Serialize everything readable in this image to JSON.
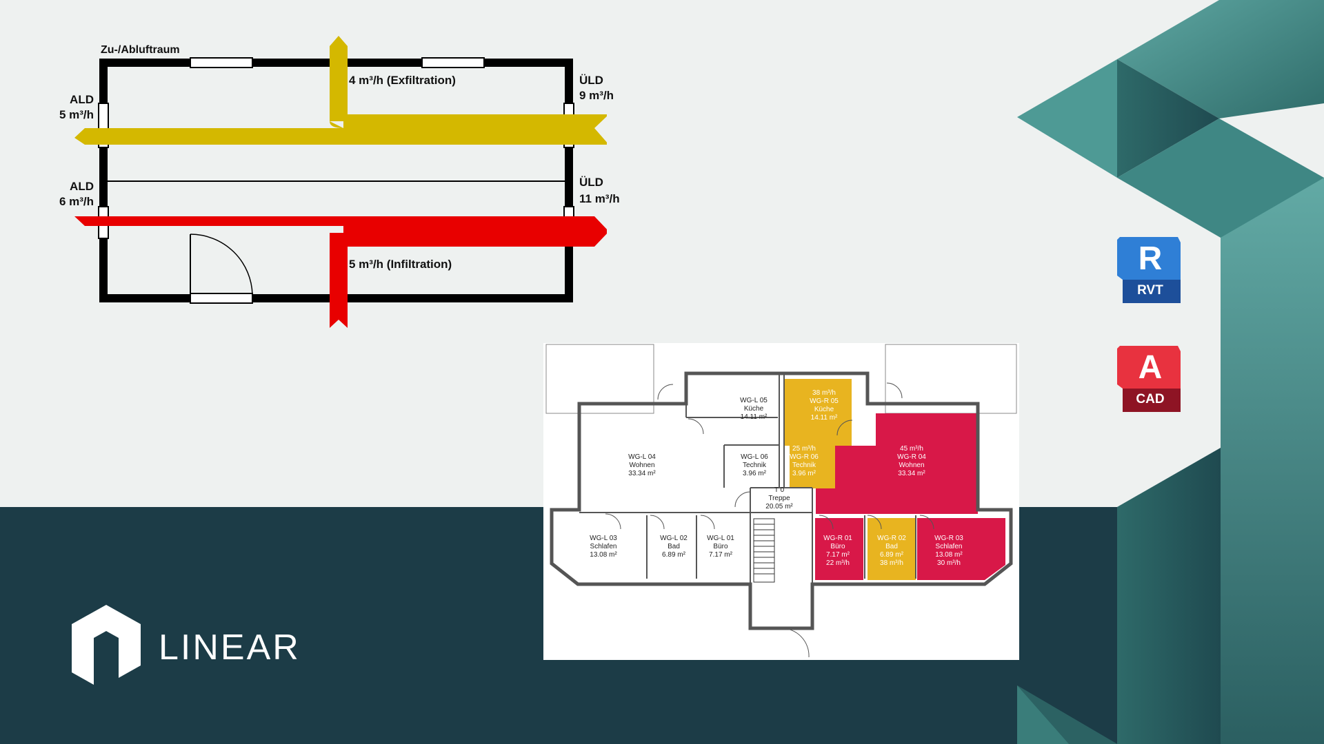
{
  "colors": {
    "bg_light": "#eef1f0",
    "bg_dark": "#1c3c47",
    "teal": "#3f8c88",
    "supply": "#d4b800",
    "exhaust": "#e80000",
    "room_yellow": "#e8b420",
    "room_red": "#d81848"
  },
  "scheme": {
    "title": "Zu-/Abluftraum",
    "ald_top_name": "ALD",
    "ald_top_value": "5 m³/h",
    "ald_bottom_name": "ALD",
    "ald_bottom_value": "6 m³/h",
    "uld_top_name": "ÜLD",
    "uld_top_value": "9 m³/h",
    "uld_bottom_name": "ÜLD",
    "uld_bottom_value": "11 m³/h",
    "exfiltration": "4 m³/h (Exfiltration)",
    "infiltration": "5 m³/h (Infiltration)"
  },
  "plan": {
    "rooms": [
      {
        "id": "WG-L 05",
        "name": "Küche",
        "area": "14.11 m²",
        "flow": ""
      },
      {
        "id": "WG-R 05",
        "name": "Küche",
        "area": "14.11 m²",
        "flow": "38 m³/h"
      },
      {
        "id": "WG-L 04",
        "name": "Wohnen",
        "area": "33.34 m²",
        "flow": ""
      },
      {
        "id": "WG-L 06",
        "name": "Technik",
        "area": "3.96 m²",
        "flow": ""
      },
      {
        "id": "WG-R 06",
        "name": "Technik",
        "area": "3.96 m²",
        "flow": "25 m³/h"
      },
      {
        "id": "WG-R 04",
        "name": "Wohnen",
        "area": "33.34 m²",
        "flow": "45 m³/h"
      },
      {
        "id": "T 0",
        "name": "Treppe",
        "area": "20.05 m²",
        "flow": ""
      },
      {
        "id": "WG-L 03",
        "name": "Schlafen",
        "area": "13.08 m²",
        "flow": ""
      },
      {
        "id": "WG-L 02",
        "name": "Bad",
        "area": "6.89 m²",
        "flow": ""
      },
      {
        "id": "WG-L 01",
        "name": "Büro",
        "area": "7.17 m²",
        "flow": ""
      },
      {
        "id": "WG-R 01",
        "name": "Büro",
        "area": "7.17 m²",
        "flow": "22 m³/h"
      },
      {
        "id": "WG-R 02",
        "name": "Bad",
        "area": "6.89 m²",
        "flow": "38 m³/h"
      },
      {
        "id": "WG-R 03",
        "name": "Schlafen",
        "area": "13.08 m²",
        "flow": "30 m³/h"
      }
    ]
  },
  "badges": {
    "revit": {
      "letter": "R",
      "label": "RVT",
      "color_top": "#2f7fd6",
      "color_bottom": "#1d4f9a"
    },
    "autocad": {
      "letter": "A",
      "label": "CAD",
      "color_top": "#e8323f",
      "color_bottom": "#8e1424"
    }
  },
  "brand": {
    "name": "LINEAR"
  }
}
